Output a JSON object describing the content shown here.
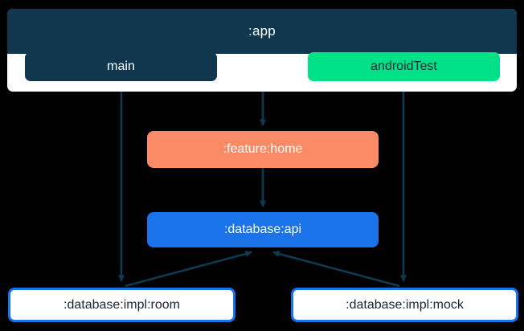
{
  "diagram": {
    "type": "module-dependency-graph",
    "background_color": "#000000",
    "edge_color": "#103a4f",
    "clusters": [
      {
        "id": "app",
        "label": ":app",
        "header_color": "#11374e",
        "body_color": "#ffffff",
        "children": [
          "main",
          "androidTest"
        ]
      }
    ],
    "nodes": [
      {
        "id": "main",
        "label": "main",
        "fill": "#11374e",
        "text_color": "#ffffff",
        "shape": "rounded-rect"
      },
      {
        "id": "androidTest",
        "label": "androidTest",
        "fill": "#00e187",
        "text_color": "#0c2b3c",
        "shape": "rounded-rect"
      },
      {
        "id": "feature-home",
        "label": ":feature:home",
        "fill": "#fb8a66",
        "text_color": "#ffffff",
        "shape": "rounded-rect"
      },
      {
        "id": "database-api",
        "label": ":database:api",
        "fill": "#1a73e8",
        "text_color": "#ffffff",
        "shape": "rounded-rect"
      },
      {
        "id": "database-impl-room",
        "label": ":database:impl:room",
        "fill": "#ffffff",
        "border": "#1a73e8",
        "text_color": "#1b2730",
        "shape": "rounded-rect"
      },
      {
        "id": "database-impl-mock",
        "label": ":database:impl:mock",
        "fill": "#ffffff",
        "border": "#1a73e8",
        "text_color": "#1b2730",
        "shape": "rounded-rect"
      }
    ],
    "edges": [
      {
        "from": "main",
        "to": "database-impl-room",
        "style": "solid",
        "arrow": "end"
      },
      {
        "from": "app",
        "to": "feature-home",
        "style": "solid",
        "arrow": "end"
      },
      {
        "from": "androidTest",
        "to": "database-impl-mock",
        "style": "solid",
        "arrow": "end"
      },
      {
        "from": "feature-home",
        "to": "database-api",
        "style": "solid",
        "arrow": "end"
      },
      {
        "from": "database-impl-room",
        "to": "database-api",
        "style": "solid",
        "arrow": "end"
      },
      {
        "from": "database-impl-mock",
        "to": "database-api",
        "style": "solid",
        "arrow": "end"
      }
    ]
  }
}
